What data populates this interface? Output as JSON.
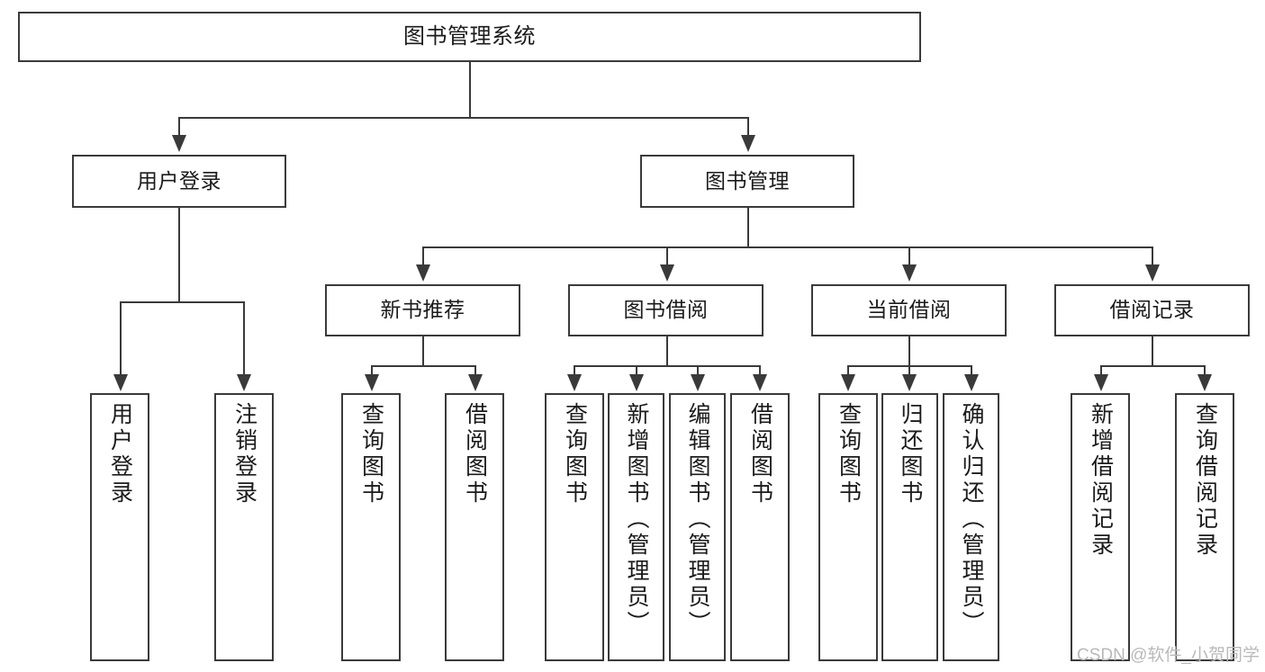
{
  "diagram": {
    "title": "图书管理系统",
    "type": "hierarchy-tree",
    "root": {
      "label": "图书管理系统"
    },
    "level2": [
      {
        "label": "用户登录"
      },
      {
        "label": "图书管理"
      }
    ],
    "level3": [
      {
        "label": "新书推荐"
      },
      {
        "label": "图书借阅"
      },
      {
        "label": "当前借阅"
      },
      {
        "label": "借阅记录"
      }
    ],
    "leaves": {
      "user_login": [
        {
          "label": "用户登录"
        },
        {
          "label": "注销登录"
        }
      ],
      "new_book_recommend": [
        {
          "label": "查询图书"
        },
        {
          "label": "借阅图书"
        }
      ],
      "book_borrow": [
        {
          "label": "查询图书"
        },
        {
          "label": "新增图书（管理员）"
        },
        {
          "label": "编辑图书（管理员）"
        },
        {
          "label": "借阅图书"
        }
      ],
      "current_borrow": [
        {
          "label": "查询图书"
        },
        {
          "label": "归还图书"
        },
        {
          "label": "确认归还（管理员）"
        }
      ],
      "borrow_records": [
        {
          "label": "新增借阅记录"
        },
        {
          "label": "查询借阅记录"
        }
      ]
    }
  },
  "watermark": {
    "text": "CSDN @软件_小贺同学"
  },
  "colors": {
    "stroke": "#3a3a3a",
    "background": "#ffffff",
    "text": "#1b1b1b",
    "watermark": "#b9b9b9"
  }
}
